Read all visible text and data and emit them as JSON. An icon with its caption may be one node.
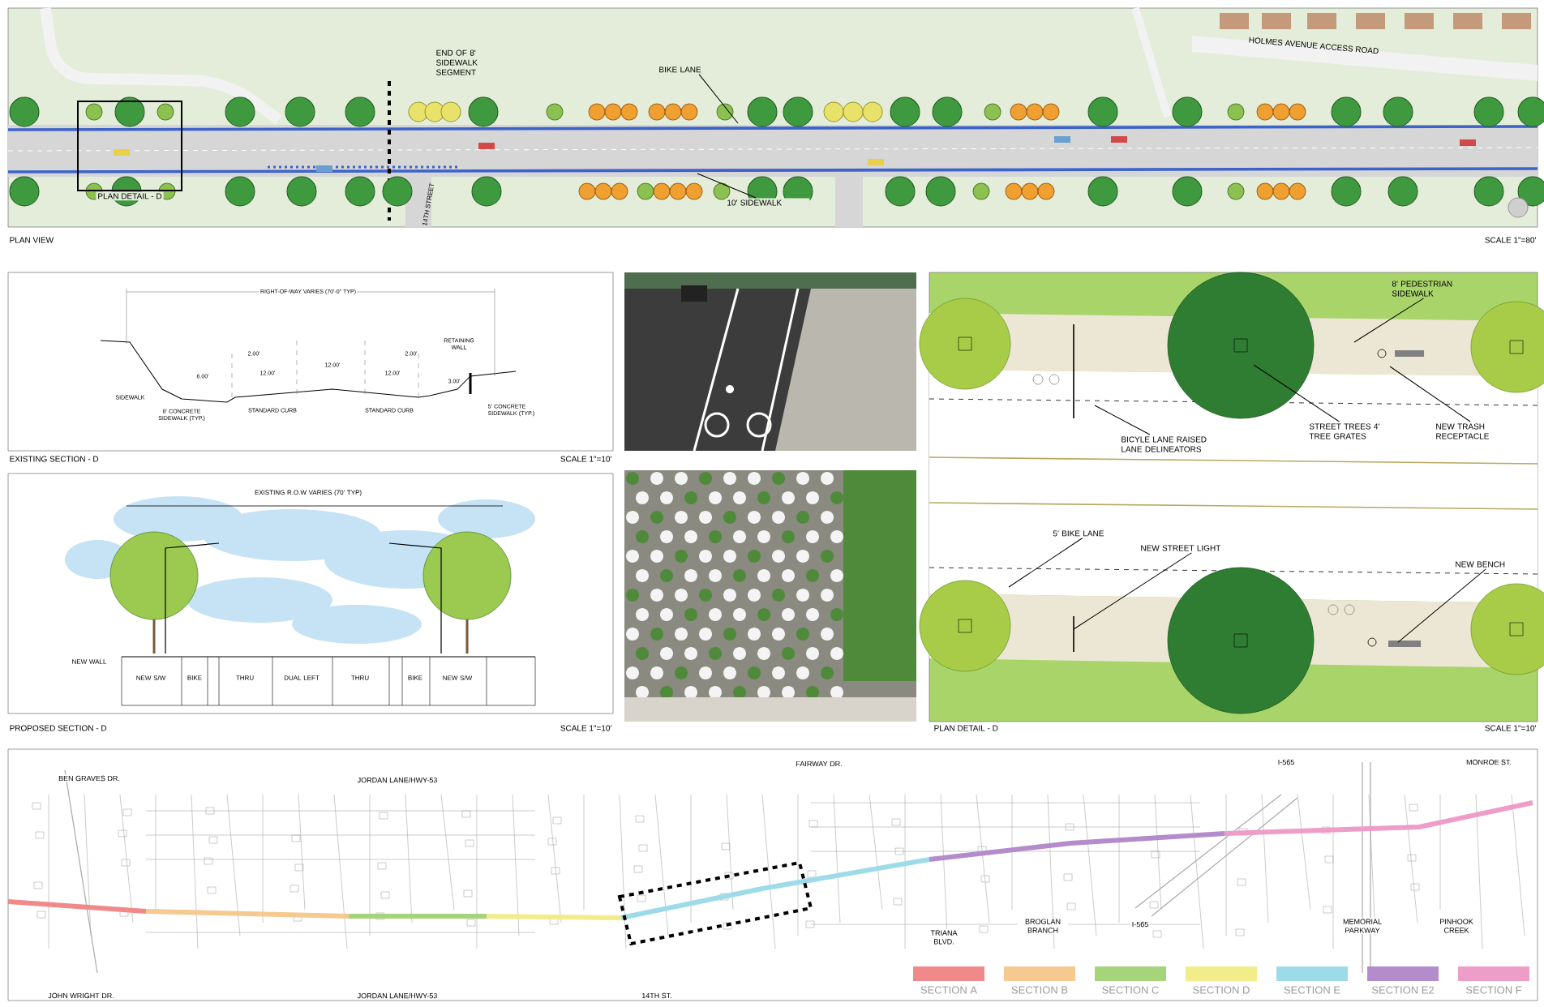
{
  "diagram": {
    "nodes": [
      {
        "text": [
          "BIKE LANE"
        ]
      },
      {
        "text": [
          "10' SIDEWALK"
        ]
      },
      {
        "text": [
          "PLAN DETAIL - D"
        ]
      },
      {
        "text": [
          "8' PEDESTRIAN SIDEWALK"
        ]
      },
      {
        "text": [
          "STREET TREES 4' TREE GRATES"
        ]
      },
      {
        "text": [
          "NEW TRASH RECEPTACLE"
        ]
      },
      {
        "text": [
          "BICYLE LANE RAISED LANE DELINEATORS"
        ]
      },
      {
        "text": [
          "5' BIKE LANE"
        ]
      },
      {
        "text": [
          "NEW STREET LIGHT"
        ]
      },
      {
        "text": [
          "NEW BENCH"
        ]
      }
    ],
    "edges": [
      {
        "from": 0,
        "to": null,
        "arrow": "none"
      },
      {
        "from": 1,
        "to": null,
        "arrow": "none"
      },
      {
        "from": 3,
        "to": null,
        "arrow": "none"
      },
      {
        "from": 4,
        "to": null,
        "arrow": "none"
      },
      {
        "from": 5,
        "to": null,
        "arrow": "none"
      },
      {
        "from": 6,
        "to": null,
        "arrow": "none"
      },
      {
        "from": 7,
        "to": null,
        "arrow": "none"
      },
      {
        "from": 8,
        "to": null,
        "arrow": "none"
      },
      {
        "from": 9,
        "to": null,
        "arrow": "none"
      }
    ],
    "labels": [
      "END OF 8' SIDEWALK SEGMENT",
      "HOLMES AVENUE ACCESS ROAD",
      "14TH STREET",
      "PLAN VIEW",
      "SCALE 1\"=80'",
      "RIGHT-OF-WAY VARIES (70'-0\" TYP)",
      "RETAINING WALL",
      "2.00'",
      "12.00'",
      "2.00'",
      "6.00'",
      "12.00'",
      "12.00'",
      "3.00'",
      "SIDEWALK",
      "8' CONCRETE SIDEWALK (TYP.)",
      "STANDARD CURB",
      "STANDARD CURB",
      "5' CONCRETE SIDEWALK (TYP.)",
      "EXISTING SECTION - D",
      "SCALE 1\"=10'",
      "EXISTING R.O.W VARIES (70' TYP)",
      "NEW WALL",
      "NEW S/W",
      "BIKE",
      "THRU",
      "DUAL LEFT",
      "THRU",
      "BIKE",
      "NEW S/W",
      "PROPOSED SECTION - D",
      "SCALE 1\"=10'",
      "PLAN DETAIL - D",
      "SCALE 1\"=10'",
      "BEN GRAVES DR.",
      "JORDAN LANE/HWY-53",
      "FAIRWAY DR.",
      "I-565",
      "MONROE ST.",
      "TRIANA BLVD.",
      "BROGLAN BRANCH",
      "I-565",
      "MEMORIAL PARKWAY",
      "PINHOOK CREEK",
      "JOHN WRIGHT DR.",
      "JORDAN LANE/HWY-53",
      "14TH ST."
    ],
    "legend": [
      {
        "text": "SECTION A",
        "color": "#f08a8a"
      },
      {
        "text": "SECTION B",
        "color": "#f5c98f"
      },
      {
        "text": "SECTION C",
        "color": "#a6d47a"
      },
      {
        "text": "SECTION D",
        "color": "#f2ec8a"
      },
      {
        "text": "SECTION E",
        "color": "#9edbe8"
      },
      {
        "text": "SECTION E2",
        "color": "#b48ccc"
      },
      {
        "text": "SECTION F",
        "color": "#ee9cc8"
      }
    ]
  }
}
